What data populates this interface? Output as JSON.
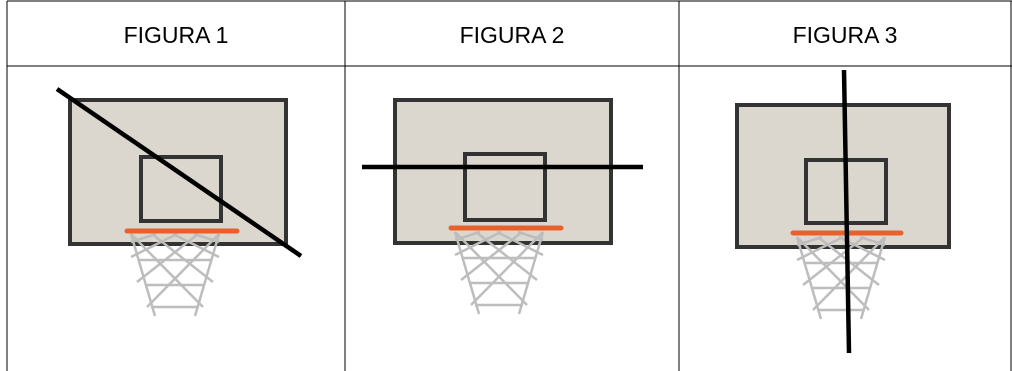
{
  "table": {
    "headers": [
      "FIGURA 1",
      "FIGURA 2",
      "FIGURA 3"
    ]
  },
  "colors": {
    "border": "#000000",
    "backboard_fill": "#dcd7ce",
    "backboard_frame": "#333333",
    "rim": "#e8612c",
    "net": "#bdbdbd",
    "cut_line": "#000000"
  },
  "icons": {
    "figure_1": "basketball-hoop-icon",
    "figure_2": "basketball-hoop-icon",
    "figure_3": "basketball-hoop-icon"
  }
}
